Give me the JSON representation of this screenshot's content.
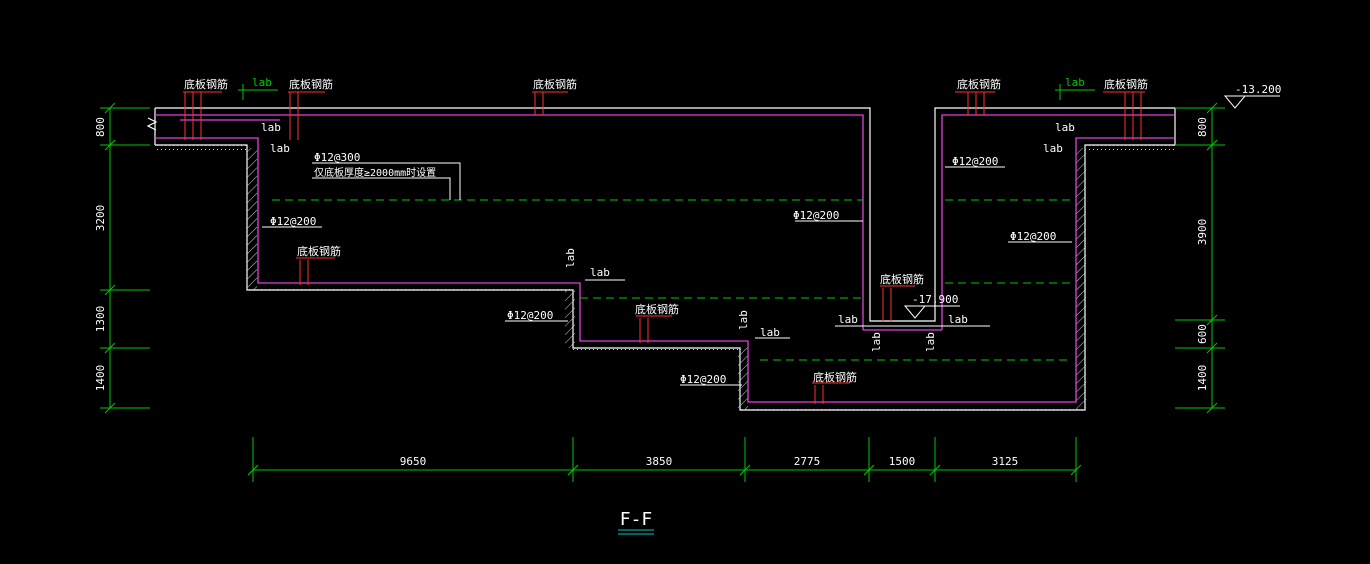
{
  "title": "F-F",
  "elevations": {
    "top": "-13.200",
    "pit": "-17.900"
  },
  "labels": {
    "bottom_rebar": "底板钢筋",
    "lab": "lab",
    "bar_300": "Φ12@300",
    "bar_200": "Φ12@200",
    "note": "仅底板厚度≥2000mm时设置"
  },
  "dims_horizontal": [
    "9650",
    "3850",
    "2775",
    "1500",
    "3125"
  ],
  "dims_left": [
    "800",
    "3200",
    "1300",
    "1400"
  ],
  "dims_right": [
    "800",
    "3900",
    "600",
    "1400"
  ],
  "colors": {
    "background": "#000000",
    "concrete": "#ffffff",
    "rebar": "#e040e0",
    "dimension": "#00c800",
    "dashed": "#00c800",
    "leader": "#ff3030",
    "text": "#ffffff"
  }
}
